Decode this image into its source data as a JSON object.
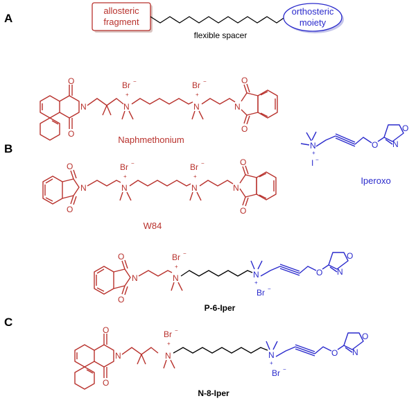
{
  "panels": {
    "a": "A",
    "b": "B",
    "c": "C"
  },
  "scheme": {
    "allosteric_line1": "allosteric",
    "allosteric_line2": "fragment",
    "orthosteric_line1": "orthosteric",
    "orthosteric_line2": "moiety",
    "spacer": "flexible spacer"
  },
  "compounds": {
    "naphmethonium": "Naphmethonium",
    "w84": "W84",
    "iperoxo": "Iperoxo",
    "p6iper": "P-6-Iper",
    "n8iper": "N-8-Iper"
  },
  "atoms": {
    "oxygen": "O",
    "nitrogen": "N",
    "bromide": "Br",
    "iodide": "I",
    "plus": "+",
    "minus": "−"
  },
  "colors": {
    "allosteric": "#b8312c",
    "orthosteric": "#2a2acc",
    "spacer": "#000000"
  }
}
